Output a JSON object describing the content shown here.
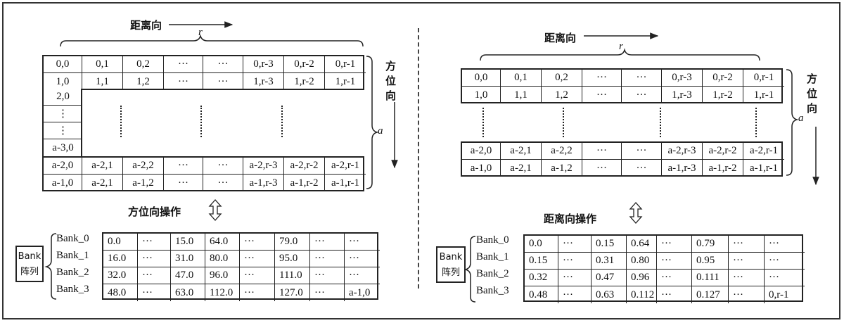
{
  "left": {
    "range_label": "距离向",
    "r_label": "r",
    "azimuth_label": "方位向",
    "a_label": "a",
    "operation_label": "方位向操作",
    "matrix_top_rows": [
      [
        "0,0",
        "0,1",
        "0,2",
        "···",
        "···",
        "0,r-3",
        "0,r-2",
        "0,r-1"
      ],
      [
        "1,0",
        "1,1",
        "1,2",
        "···",
        "···",
        "1,r-3",
        "1,r-2",
        "1,r-1"
      ]
    ],
    "matrix_side_rows": [
      "2,0",
      "⋮",
      "⋮",
      "a-3,0"
    ],
    "matrix_bottom_rows": [
      [
        "a-2,0",
        "a-2,1",
        "a-2,2",
        "···",
        "···",
        "a-2,r-3",
        "a-2,r-2",
        "a-2,r-1"
      ],
      [
        "a-1,0",
        "a-2,1",
        "a-1,2",
        "···",
        "···",
        "a-1,r-3",
        "a-1,r-2",
        "a-1,r-1"
      ]
    ],
    "bank_array_label": [
      "Bank",
      "阵列"
    ],
    "banks": [
      {
        "name": "Bank_0",
        "cells": [
          "0.0",
          "···",
          "15.0",
          "64.0",
          "···",
          "79.0",
          "···",
          "···"
        ]
      },
      {
        "name": "Bank_1",
        "cells": [
          "16.0",
          "···",
          "31.0",
          "80.0",
          "···",
          "95.0",
          "···",
          "···"
        ]
      },
      {
        "name": "Bank_2",
        "cells": [
          "32.0",
          "···",
          "47.0",
          "96.0",
          "···",
          "111.0",
          "···",
          "···"
        ]
      },
      {
        "name": "Bank_3",
        "cells": [
          "48.0",
          "···",
          "63.0",
          "112.0",
          "···",
          "127.0",
          "···",
          "a-1,0"
        ]
      }
    ]
  },
  "right": {
    "range_label": "距离向",
    "r_label": "r",
    "azimuth_label": "方位向",
    "a_label": "a",
    "operation_label": "距离向操作",
    "matrix_top_rows": [
      [
        "0,0",
        "0,1",
        "0,2",
        "···",
        "···",
        "0,r-3",
        "0,r-2",
        "0,r-1"
      ],
      [
        "1,0",
        "1,1",
        "1,2",
        "···",
        "···",
        "1,r-3",
        "1,r-2",
        "1,r-1"
      ]
    ],
    "matrix_bottom_rows": [
      [
        "a-2,0",
        "a-2,1",
        "a-2,2",
        "···",
        "···",
        "a-2,r-3",
        "a-2,r-2",
        "a-2,r-1"
      ],
      [
        "a-1,0",
        "a-2,1",
        "a-1,2",
        "···",
        "···",
        "a-1,r-3",
        "a-1,r-2",
        "a-1,r-1"
      ]
    ],
    "bank_array_label": [
      "Bank",
      "阵列"
    ],
    "banks": [
      {
        "name": "Bank_0",
        "cells": [
          "0.0",
          "···",
          "0.15",
          "0.64",
          "···",
          "0.79",
          "···",
          "···"
        ]
      },
      {
        "name": "Bank_1",
        "cells": [
          "0.15",
          "···",
          "0.31",
          "0.80",
          "···",
          "0.95",
          "···",
          "···"
        ]
      },
      {
        "name": "Bank_2",
        "cells": [
          "0.32",
          "···",
          "0.47",
          "0.96",
          "···",
          "0.111",
          "···",
          "···"
        ]
      },
      {
        "name": "Bank_3",
        "cells": [
          "0.48",
          "···",
          "0.63",
          "0.112",
          "···",
          "0.127",
          "···",
          "0,r-1"
        ]
      }
    ]
  }
}
